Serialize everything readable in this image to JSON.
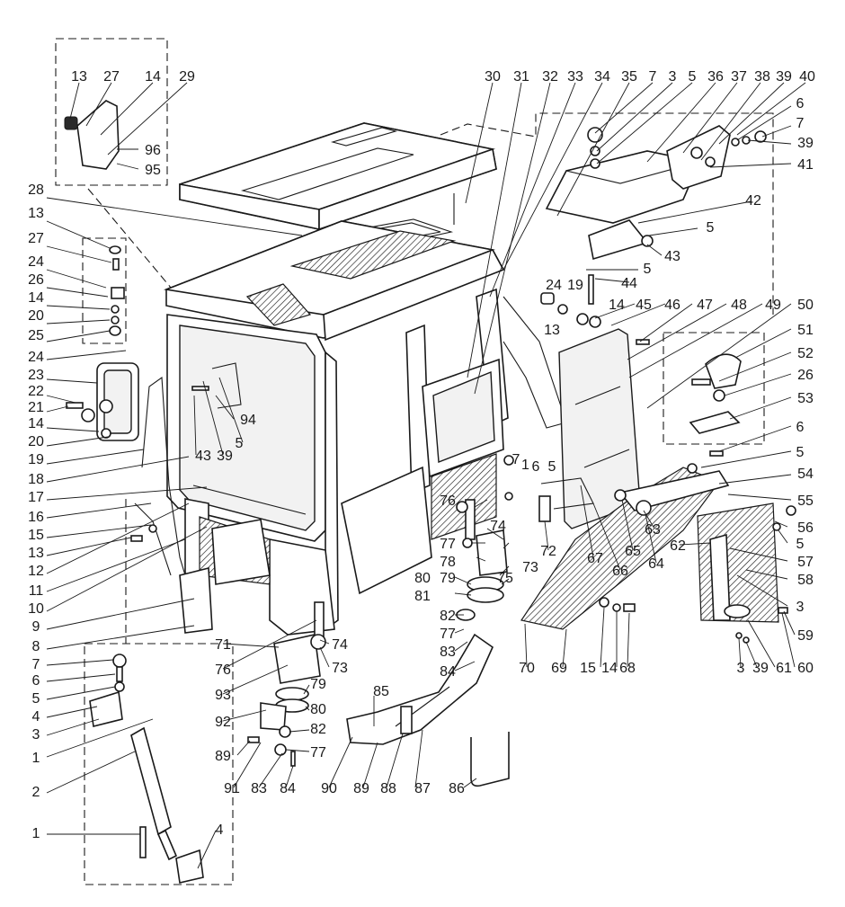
{
  "diagram": {
    "type": "exploded parts diagram",
    "callouts": [
      "13",
      "27",
      "14",
      "29",
      "96",
      "95",
      "28",
      "13",
      "27",
      "24",
      "26",
      "14",
      "20",
      "25",
      "24",
      "23",
      "22",
      "21",
      "14",
      "20",
      "19",
      "18",
      "17",
      "16",
      "15",
      "13",
      "12",
      "11",
      "10",
      "9",
      "8",
      "7",
      "6",
      "5",
      "4",
      "3",
      "1",
      "2",
      "1",
      "4",
      "30",
      "31",
      "32",
      "33",
      "34",
      "35",
      "7",
      "3",
      "5",
      "36",
      "37",
      "38",
      "39",
      "40",
      "6",
      "7",
      "39",
      "41",
      "42",
      "5",
      "43",
      "24",
      "19",
      "44",
      "5",
      "13",
      "14",
      "45",
      "46",
      "47",
      "48",
      "49",
      "50",
      "51",
      "52",
      "26",
      "53",
      "6",
      "5",
      "94",
      "43",
      "39",
      "5",
      "71",
      "76",
      "93",
      "92",
      "89",
      "91",
      "83",
      "84",
      "74",
      "73",
      "79",
      "80",
      "82",
      "77",
      "7",
      "1",
      "6",
      "5",
      "76",
      "77",
      "78",
      "74",
      "73",
      "75",
      "79",
      "80",
      "81",
      "82",
      "77",
      "83",
      "84",
      "85",
      "90",
      "89",
      "88",
      "87",
      "86",
      "72",
      "54",
      "55",
      "56",
      "5",
      "57",
      "58",
      "3",
      "59",
      "60",
      "61",
      "39",
      "3",
      "62",
      "63",
      "64",
      "65",
      "66",
      "67",
      "70",
      "69",
      "15",
      "14",
      "68"
    ]
  }
}
